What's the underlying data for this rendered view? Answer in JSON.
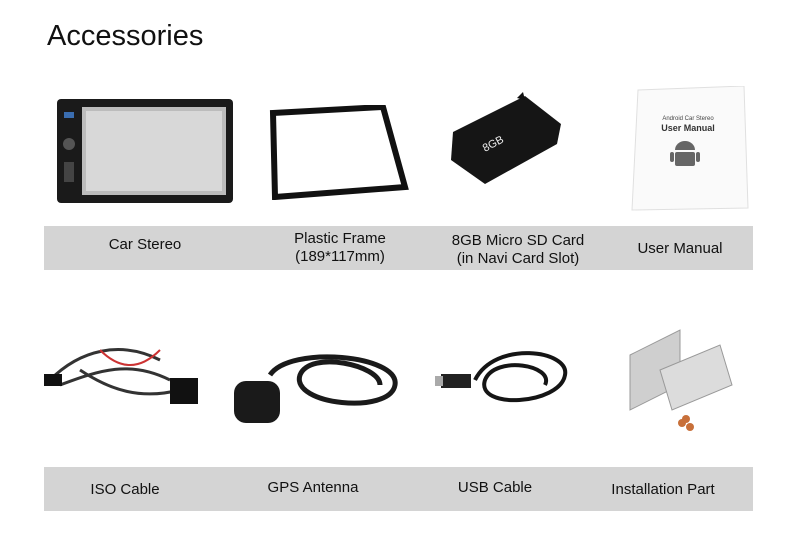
{
  "title": "Accessories",
  "rows": [
    {
      "items": [
        {
          "label": "Car Stereo"
        },
        {
          "label_lines": [
            "Plastic Frame",
            "(189*117mm)"
          ]
        },
        {
          "label_lines": [
            "8GB Micro SD Card",
            "(in Navi Card Slot)"
          ],
          "card_text": "8GB"
        },
        {
          "label": "User Manual",
          "manual_lines": [
            "Android Car Stereo",
            "User Manual"
          ]
        }
      ]
    },
    {
      "items": [
        {
          "label": "ISO Cable"
        },
        {
          "label": "GPS Antenna"
        },
        {
          "label": "USB Cable"
        },
        {
          "label": "Installation Part"
        }
      ]
    }
  ]
}
